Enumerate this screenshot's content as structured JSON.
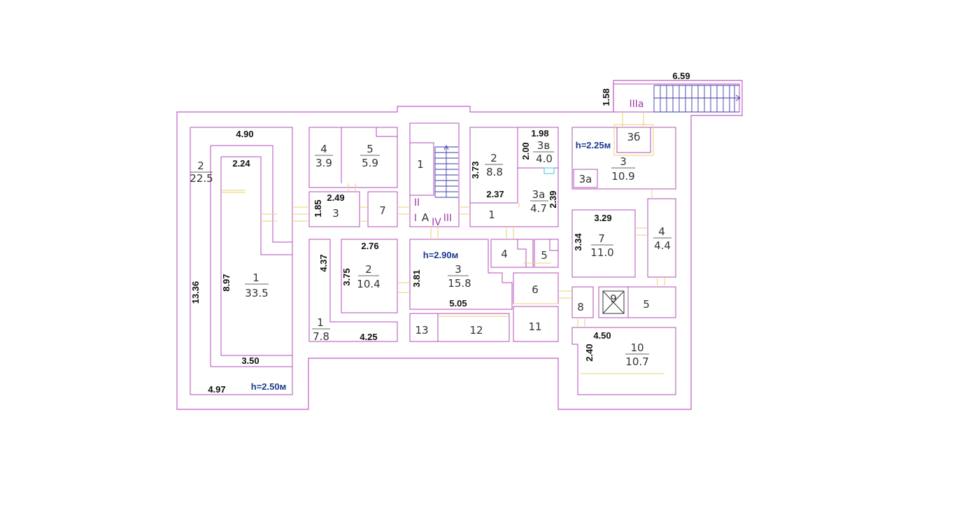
{
  "heights": {
    "main": "h=2.50м",
    "center": "h=2.90м",
    "right": "h=2.25м"
  },
  "dimensions": {
    "stair_width": "6.59",
    "stair_depth": "1.58",
    "left_outer_top": "4.90",
    "left_inner_top": "2.24",
    "left_outer_height": "13.36",
    "left_inner_height": "8.97",
    "left_inner_bottom": "3.50",
    "left_outer_bottom": "4.97",
    "room3_width": "2.49",
    "room3_height": "1.85",
    "room_a_height": "4.37",
    "room_a2_width": "2.76",
    "room_a2_height": "3.75",
    "room_c3_height": "3.81",
    "room_c3_width": "5.05",
    "room_bottom_width": "4.25",
    "room2_height": "3.73",
    "room1_width": "2.37",
    "room3v_width": "1.98",
    "room3v_height": "2.00",
    "room3a_height": "2.39",
    "room7_width": "3.29",
    "room7_height": "3.34",
    "room10_width": "4.50",
    "room10_height": "2.40"
  },
  "rooms": {
    "r1_num": "1",
    "r1_area": "33.5",
    "r2_num": "2",
    "r2_area": "22.5",
    "l4_num": "4",
    "l4_area": "3.9",
    "l5_num": "5",
    "l5_area": "5.9",
    "l3_num": "3",
    "l7_num": "7",
    "c1_num": "1",
    "c_a": "A",
    "c2_num": "2",
    "c2_area": "10.4",
    "l1_num": "1",
    "l1_area": "7.8",
    "c3_num": "3",
    "c3_area": "15.8",
    "c4_num": "4",
    "c5_num": "5",
    "c6_num": "6",
    "c11_num": "11",
    "c12_num": "12",
    "c13_num": "13",
    "m2_num": "2",
    "m2_area": "8.8",
    "m1_num": "1",
    "m3v_num": "3в",
    "m3v_area": "4.0",
    "m3a_num": "3a",
    "m3a_area": "4.7",
    "r3b_num": "3б",
    "r3a_num": "3a",
    "r3_num": "3",
    "r3_area": "10.9",
    "r7_num": "7",
    "r7_area": "11.0",
    "r4_num": "4",
    "r4_area": "4.4",
    "r8_num": "8",
    "r9_num": "9",
    "r5_num": "5",
    "r10_num": "10",
    "r10_area": "10.7"
  },
  "roman": {
    "stair_entry": "IIIa",
    "i": "I",
    "ii": "II",
    "iii": "III",
    "iv": "IV"
  },
  "colors": {
    "walls": "#c05ec8",
    "doors": "#e8d070",
    "stairs": "#3a3aa8",
    "height_text": "#1a3a8c"
  }
}
